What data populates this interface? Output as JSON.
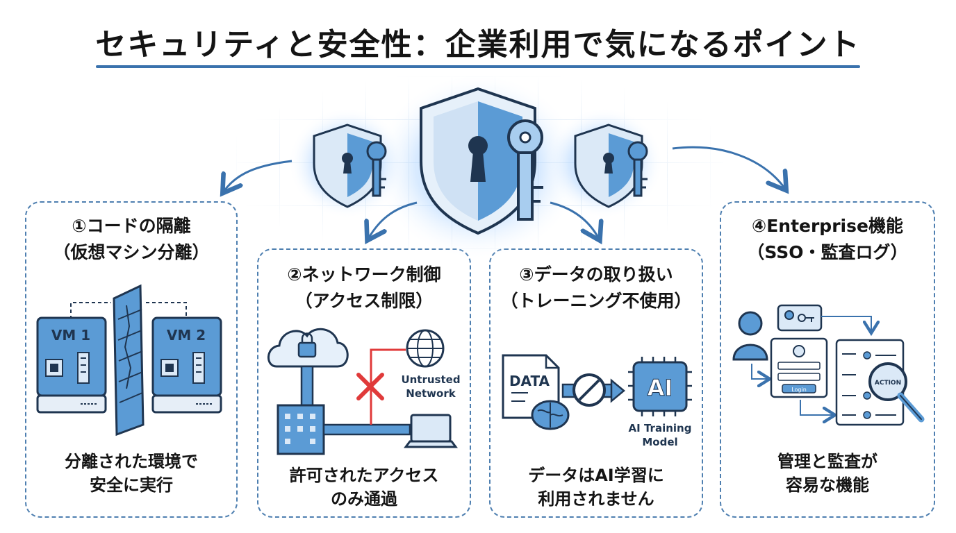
{
  "title": "セキュリティと安全性：企業利用で気になるポイント",
  "cards": [
    {
      "title": "①コードの隔離",
      "subtitle": "（仮想マシン分離）",
      "labels": [
        "VM 1",
        "VM 2"
      ],
      "caption_lines": [
        "分離された環境で",
        "安全に実行"
      ]
    },
    {
      "title": "②ネットワーク制御",
      "subtitle": "（アクセス制限）",
      "labels": [
        "Untrusted",
        "Network"
      ],
      "caption_lines": [
        "許可されたアクセス",
        "のみ通過"
      ]
    },
    {
      "title": "③データの取り扱い",
      "subtitle": "（トレーニング不使用）",
      "labels": [
        "DATA",
        "AI",
        "AI Training",
        "Model"
      ],
      "caption_lines": [
        "データはAI学習に",
        "利用されません"
      ]
    },
    {
      "title": "④Enterprise機能",
      "subtitle": "（SSO・監査ログ）",
      "labels": [
        "Login",
        "ACTION"
      ],
      "caption_lines": [
        "管理と監査が",
        "容易な機能"
      ]
    }
  ],
  "colors": {
    "accent": "#3a72ad",
    "icon_fill": "#5b9bd5",
    "icon_light": "#dbe9f7",
    "outline": "#1f3550",
    "cross": "#e03a3a"
  }
}
